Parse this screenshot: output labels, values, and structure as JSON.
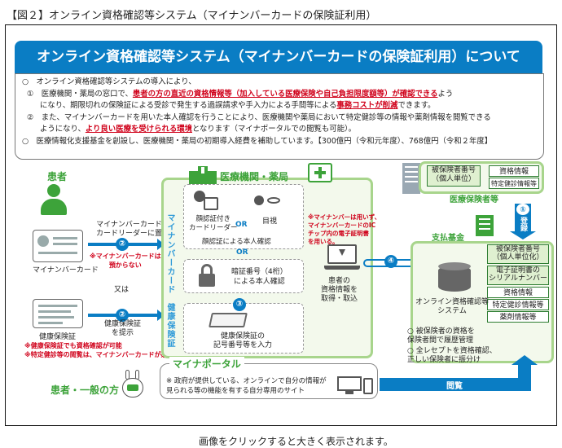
{
  "figure_title": "【図２】オンライン資格確認等システム（マイナンバーカードの保険証利用）",
  "banner_title": "オンライン資格確認等システム（マイナンバーカードの保険証利用）について",
  "notes": {
    "line1": "○　オンライン資格確認等システムの導入により、",
    "line2a": "①　医療機関・薬局の窓口で、",
    "line2b": "患者の方の直近の資格情報等（加入している医療保険や自己負担限度額等）が確認できる",
    "line2c": "よう",
    "line3a": "になり、期限切れの保険証による受診で発生する過誤請求や手入力による手間等による",
    "line3b": "事務コストが削減",
    "line3c": "できます。",
    "line4": "②　また、マイナンバーカードを用いた本人確認を行うことにより、医療機関や薬局において特定健診等の情報や薬剤情報を閲覧できる",
    "line5a": "ようになり、",
    "line5b": "より良い医療を受けられる環境",
    "line5c": "となります（マイナポータルでの閲覧も可能）。",
    "line6": "○　医療情報化支援基金を創設し、医療機関・薬局の初期導入経費を補助しています。【300億円（令和元年度）、768億円（令和２年度】"
  },
  "patient": {
    "title": "患者",
    "card_action": "マイナンバーカードを\nカードリーダーに置く",
    "mynumber_label": "マイナンバーカード",
    "not_kept": "※マイナンバーカードは\n預からない",
    "or": "又は",
    "insurance_label": "健康保険証",
    "insurance_action": "健康保険証\nを提示",
    "note1": "※健康保険証でも資格確認が可能",
    "note2": "※特定健診等の閲覧は、マイナンバーカードが必要"
  },
  "facility": {
    "title": "医療機関・薬局",
    "vert_mynumber": "マイナンバーカード",
    "vert_insurance": "健康保険証",
    "face_reader": "顔認証付き\nカードリーダー",
    "or1": "OR",
    "visual": "目視",
    "face_confirm": "顔認証による本人確認",
    "or2": "OR",
    "pin": "暗証番号（4桁）\nによる本人確認",
    "insurance_input": "健康保険証の\n記号番号等を入力",
    "note": "※マイナンバーは用いず、\nマイナンバーカードのIC\nチップ内の電子証明書\nを用いる。",
    "terminal": "患者の\n資格情報を\n取得・取込"
  },
  "insurer": {
    "title": "医療保険者等",
    "id_label": "被保険者番号\n（個人単位）",
    "qual": "資格情報",
    "health": "特定健診情報等",
    "register": "登録"
  },
  "fund": {
    "title": "支払基金\n・国保中央会",
    "id_label": "被保険者番号\n（個人単位化）",
    "serial": "電子証明書の\nシリアルナンバー",
    "qual": "資格情報",
    "health": "特定健診情報等",
    "drug": "薬剤情報等",
    "system": "オンライン資格確認等\nシステム",
    "bullet1": "○ 被保険者の資格を\n保険者間で履歴管理",
    "bullet2": "○ 全レセプトを資格確認、\n正しい保険者に振分け"
  },
  "portal": {
    "title": "マイナポータル",
    "text": "※ 政府が提供している、オンラインで自分の情報が\n見られる等の機能を有する自分専用のサイト",
    "user_label": "患者・一般の方",
    "browse": "閲覧"
  },
  "steps": {
    "s2": "②",
    "s3": "③",
    "s4": "④",
    "s1": "①"
  },
  "caption": "画像をクリックすると大きく表示されます。",
  "colors": {
    "blue": "#0a7dc4",
    "green": "#3da33a",
    "red": "#d0021b"
  }
}
